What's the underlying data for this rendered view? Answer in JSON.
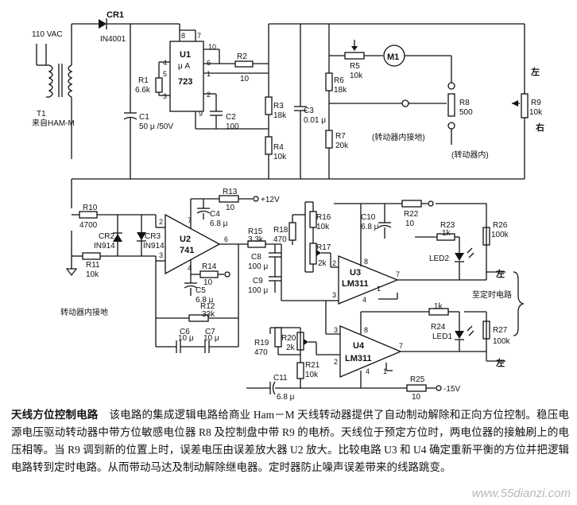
{
  "labels": {
    "vac": "110 VAC",
    "cr1": "CR1",
    "cr1_part": "IN4001",
    "t1": "T1",
    "t1_src": "来自HAM-M",
    "u1": "U1",
    "u1_type": "μ A",
    "u1_num": "723",
    "r1": "R1",
    "r1_val": "6.6k",
    "c1": "C1",
    "c1_val": "50 μ /50V",
    "c2": "C2",
    "c2_val": "100",
    "r2": "R2",
    "r2_val": "10",
    "r3": "R3",
    "r3_val": "18k",
    "r4": "R4",
    "r4_val": "10k",
    "c3": "C3",
    "c3_val": "0.01 μ",
    "r5": "R5",
    "r5_val": "10k",
    "m1": "M1",
    "r6": "R6",
    "r6_val": "18k",
    "r7": "R7",
    "r7_val": "20k",
    "r8": "R8",
    "r8_val": "500",
    "r9": "R9",
    "r9_val": "10k",
    "left": "左",
    "right": "右",
    "rotator_gnd": "(转动器内接地)",
    "rotator_in": "(转动器内)",
    "r10": "R10",
    "r10_val": "4700",
    "r11": "R11",
    "r11_val": "10k",
    "cr2": "CR2",
    "cr2_part": "IN914",
    "cr3": "CR3",
    "cr3_part": "IN914",
    "rotator_gnd2": "转动器内接地",
    "r13": "R13",
    "r13_val": "10",
    "plus12": "+12V",
    "c4": "C4",
    "c4_val": "6.8 μ",
    "u2": "U2",
    "u2_num": "741",
    "r14": "R14",
    "r14_val": "10",
    "c5": "C5",
    "c5_val": "6.8 μ",
    "r12": "R12",
    "r12_val": "33k",
    "c6": "C6",
    "c6_val": "10 μ",
    "c7": "C7",
    "c7_val": "10 μ",
    "r15": "R15",
    "r15_val": "3.3k",
    "c8": "C8",
    "c8_val": "100 μ",
    "c9": "C9",
    "c9_val": "100 μ",
    "r18": "R18",
    "r18_val": "470",
    "r16": "R16",
    "r16_val": "10k",
    "r17": "R17",
    "r17_val": "2k",
    "c10": "C10",
    "c10_val": "6.8 μ",
    "r22": "R22",
    "r22_val": "10",
    "r23": "R23",
    "r23_val": "1k",
    "r26": "R26",
    "r26_val": "100k",
    "led2": "LED2",
    "u3": "U3",
    "u3_num": "LM311",
    "left2": "左",
    "to_timer": "至定时电路",
    "r19": "R19",
    "r19_val": "470",
    "r20": "R20",
    "r20_val": "2k",
    "r21": "R21",
    "r21_val": "10k",
    "u4": "U4",
    "u4_num": "LM311",
    "r24": "R24",
    "r24_val": "1k",
    "led1": "LED1",
    "r27": "R27",
    "r27_val": "100k",
    "left3": "左",
    "c11": "C11",
    "c11_val": "6.8 μ",
    "r25": "R25",
    "r25_val": "10",
    "minus15": "-15V",
    "pin8a": "8",
    "pin7a": "7",
    "pin4a": "4",
    "pin5a": "5",
    "pin6a": "6",
    "pin10a": "10",
    "pin2a": "2",
    "pin3a": "3",
    "pin9a": "9",
    "pin1a": "1",
    "u2p7": "7",
    "u2p2": "2",
    "u2p3": "3",
    "u2p6": "6",
    "u2p4": "4",
    "u3p2": "2",
    "u3p3": "3",
    "u3p8": "8",
    "u3p7": "7",
    "u3p1": "1",
    "u3p4": "4",
    "u4p2": "2",
    "u4p3": "3",
    "u4p8": "8",
    "u4p7": "7",
    "u4p4": "4",
    "u4p1": "1"
  },
  "caption": {
    "title": "天线方位控制电路",
    "body": "该电路的集成逻辑电路给商业 Ham－M 天线转动器提供了自动制动解除和正向方位控制。稳压电源电压驱动转动器中带方位敏感电位器 R8 及控制盘中带 R9 的电桥。天线位于预定方位时，两电位器的接触刷上的电压相等。当 R9 调到新的位置上时，误差电压由误差放大器 U2 放大。比较电路 U3 和 U4 确定重新平衡的方位并把逻辑电路转到定时电路。从而带动马达及制动解除继电器。定时器防止噪声误差带来的线路跳变。"
  },
  "watermark": "www.55dianzi.com"
}
